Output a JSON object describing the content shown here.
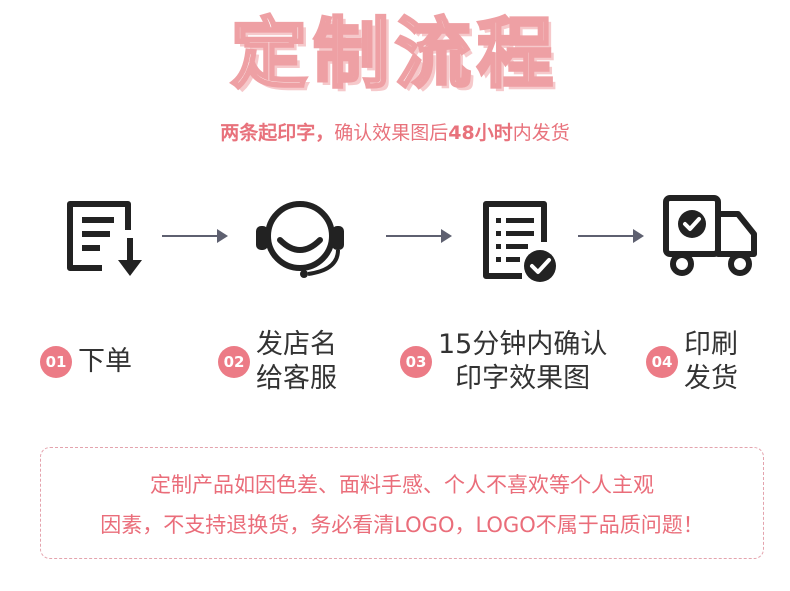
{
  "header": {
    "title": "定制流程",
    "subtitle_part1": "两条起印字，",
    "subtitle_part2": "确认效果图后",
    "subtitle_part3": "48小时",
    "subtitle_part4": "内发货"
  },
  "steps": [
    {
      "num": "01",
      "line1": "下单",
      "line2": "",
      "icon": "order-download-icon"
    },
    {
      "num": "02",
      "line1": "发店名",
      "line2": "给客服",
      "icon": "headset-icon"
    },
    {
      "num": "03",
      "line1": "15分钟内确认",
      "line2": "印字效果图",
      "icon": "checklist-icon"
    },
    {
      "num": "04",
      "line1": "印刷",
      "line2": "发货",
      "icon": "delivery-truck-icon"
    }
  ],
  "notice": {
    "line1": "定制产品如因色差、面料手感、个人不喜欢等个人主观",
    "line2": "因素，不支持退换货，务必看清LOGO，LOGO不属于品质问题！"
  },
  "colors": {
    "accent": "#ec7b86",
    "title_outline": "#eea0a4",
    "icon": "#222222",
    "arrow": "#5e6070"
  }
}
